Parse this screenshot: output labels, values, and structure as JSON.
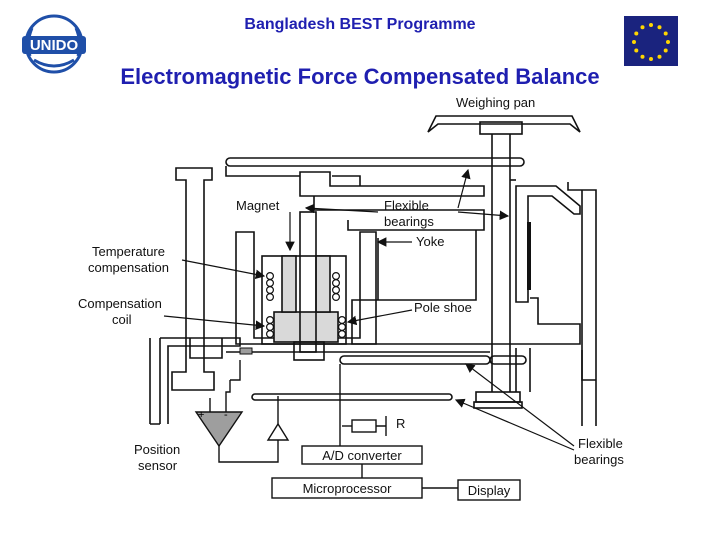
{
  "header": {
    "programme": "Bangladesh BEST Programme",
    "title": "Electromagnetic Force Compensated Balance"
  },
  "logos": {
    "left_text": "UNIDO",
    "left_icon": "unido-emblem-icon",
    "right_icon": "eu-flag-icon",
    "eu_blue": "#1a237e",
    "eu_star": "#ffd600",
    "unido_blue": "#1f4fa8"
  },
  "labels": {
    "weighing_pan": "Weighing pan",
    "magnet": "Magnet",
    "flexible_bearings_top": [
      "Flexible",
      "bearings"
    ],
    "yoke": "Yoke",
    "temperature_compensation": [
      "Temperature",
      "compensation"
    ],
    "compensation_coil": [
      "Compensation",
      "coil"
    ],
    "pole_shoe": "Pole shoe",
    "resistor": "R",
    "ad_converter": "A/D converter",
    "microprocessor": "Microprocessor",
    "display": "Display",
    "position_sensor": [
      "Position",
      "sensor"
    ],
    "flexible_bearings_bottom": [
      "Flexible",
      "bearings"
    ],
    "sensor_plus": "+",
    "sensor_minus": "-"
  },
  "colors": {
    "title_blue": "#1f1fb0",
    "line": "#111111",
    "fill_gray": "#d9d9d9",
    "sensor_gray": "#9e9e9e"
  }
}
